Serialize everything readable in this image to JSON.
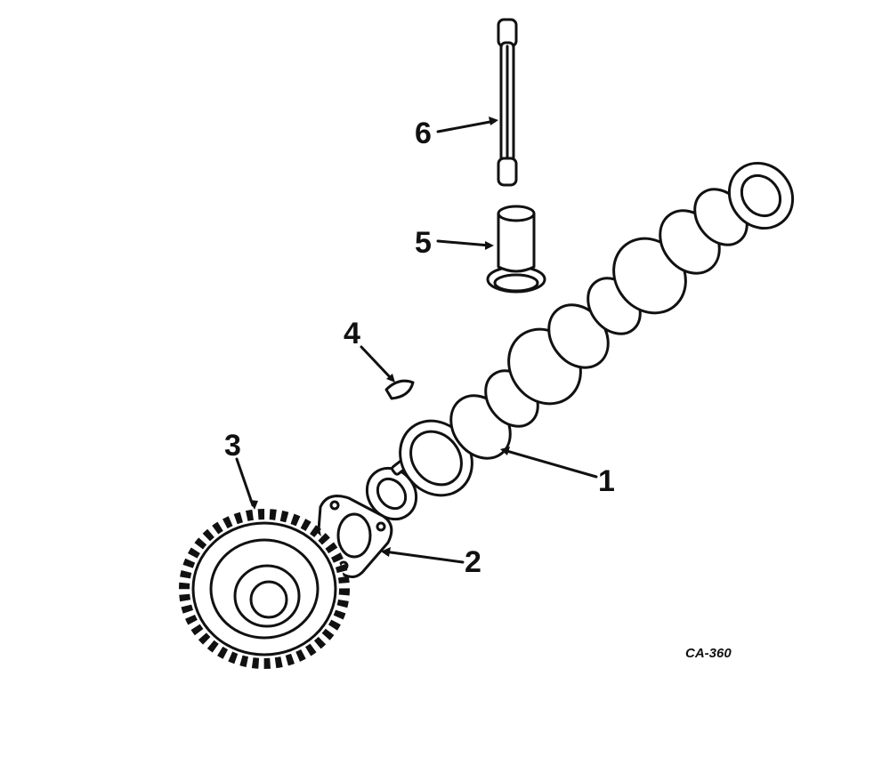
{
  "diagram": {
    "figure_code": "CA-360",
    "callouts": [
      {
        "id": "1",
        "label": "1"
      },
      {
        "id": "2",
        "label": "2"
      },
      {
        "id": "3",
        "label": "3"
      },
      {
        "id": "4",
        "label": "4"
      },
      {
        "id": "5",
        "label": "5"
      },
      {
        "id": "6",
        "label": "6"
      }
    ]
  }
}
